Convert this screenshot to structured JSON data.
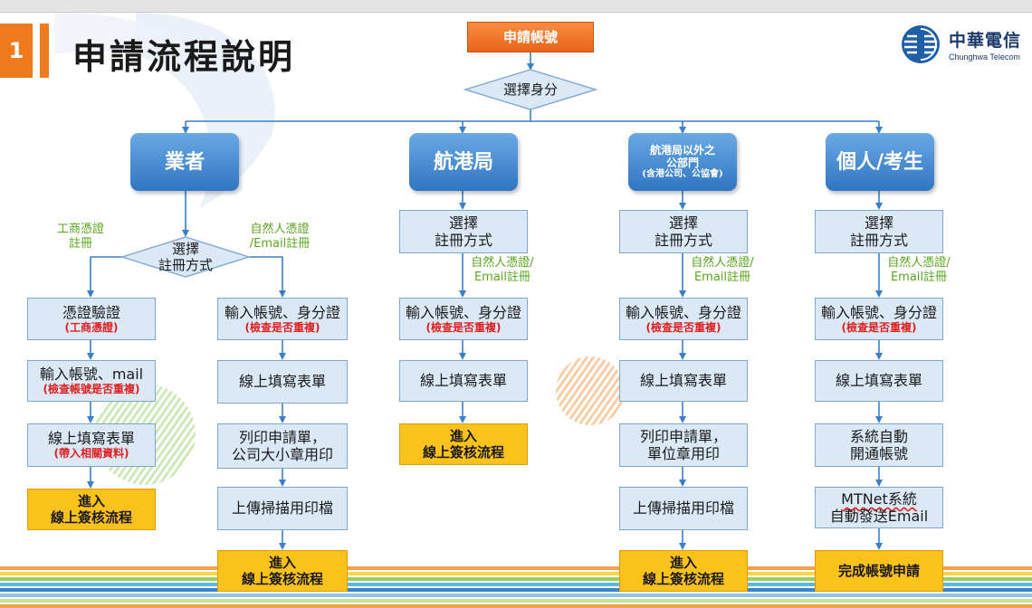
{
  "header": {
    "section_number": "1",
    "title": "申請流程說明",
    "logo_cn": "中華電信",
    "logo_en": "Chunghwa Telecom"
  },
  "flow": {
    "start": "申請帳號",
    "choose_identity": "選擇身分",
    "categories": {
      "operator": "業者",
      "port_bureau": "航港局",
      "public_line1": "航港局以外之",
      "public_line2": "公部門",
      "public_line3": "(含港公司、公協會)",
      "individual": "個人/考生"
    },
    "operator": {
      "choose_line1": "選擇",
      "choose_line2": "註冊方式",
      "left_label_line1": "工商憑證",
      "left_label_line2": "註冊",
      "right_label_line1": "自然人憑證",
      "right_label_line2": "/Email註冊",
      "left": {
        "cert_verify": "憑證驗證",
        "cert_verify_sub": "(工商憑證)",
        "enter_account": "輸入帳號、mail",
        "enter_account_sub": "(檢查帳號是否重複)",
        "fill_form": "線上填寫表單",
        "fill_form_sub": "(帶入相關資料)",
        "enter_review_line1": "進入",
        "enter_review_line2": "線上簽核流程"
      },
      "right": {
        "enter_id": "輸入帳號、身分證",
        "enter_id_sub": "(檢查是否重複)",
        "fill_form": "線上填寫表單",
        "print_line1": "列印申請單，",
        "print_line2": "公司大小章用印",
        "upload": "上傳掃描用印檔",
        "enter_review_line1": "進入",
        "enter_review_line2": "線上簽核流程"
      }
    },
    "port_bureau_flow": {
      "choose_line1": "選擇",
      "choose_line2": "註冊方式",
      "label_line1": "自然人憑證/",
      "label_line2": "Email註冊",
      "enter_id": "輸入帳號、身分證",
      "enter_id_sub": "(檢查是否重複)",
      "fill_form": "線上填寫表單",
      "enter_review_line1": "進入",
      "enter_review_line2": "線上簽核流程"
    },
    "public_flow": {
      "choose_line1": "選擇",
      "choose_line2": "註冊方式",
      "label_line1": "自然人憑證/",
      "label_line2": "Email註冊",
      "enter_id": "輸入帳號、身分證",
      "enter_id_sub": "(檢查是否重複)",
      "fill_form": "線上填寫表單",
      "print_line1": "列印申請單，",
      "print_line2": "單位章用印",
      "upload": "上傳掃描用印檔",
      "enter_review_line1": "進入",
      "enter_review_line2": "線上簽核流程"
    },
    "individual_flow": {
      "choose_line1": "選擇",
      "choose_line2": "註冊方式",
      "label_line1": "自然人憑證/",
      "label_line2": "Email註冊",
      "enter_id": "輸入帳號、身分證",
      "enter_id_sub": "(檢查是否重複)",
      "fill_form": "線上填寫表單",
      "auto_open_line1": "系統自動",
      "auto_open_line2": "開通帳號",
      "email_line1": "MTNet系統",
      "email_line2": "自動發送Email",
      "complete": "完成帳號申請"
    }
  },
  "colors": {
    "accent_orange": "#f07a1e",
    "category_blue": "#2f75c2",
    "step_fill": "#dbe9f7",
    "terminal_yellow": "#fcc21c",
    "label_green": "#5aa51e",
    "warning_red": "#e02020",
    "connector": "#3a7fc9"
  }
}
